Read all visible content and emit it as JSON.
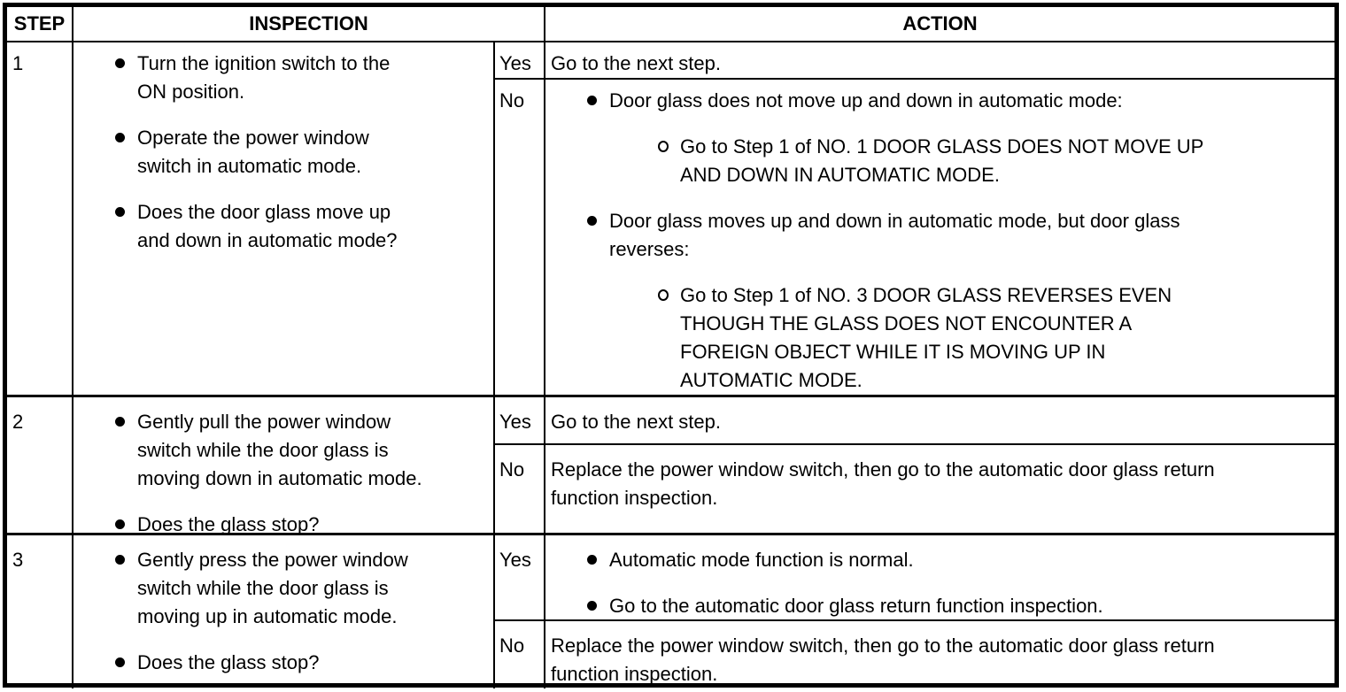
{
  "header": {
    "step": "STEP",
    "inspection": "INSPECTION",
    "action": "ACTION"
  },
  "rows": [
    {
      "step": "1",
      "inspection": [
        "Turn the ignition switch to the\nON position.",
        "Operate the power window\nswitch in automatic mode.",
        "Does the door glass move up\nand down in automatic mode?"
      ],
      "actions": [
        {
          "label": "Yes",
          "text": "Go to the next step."
        },
        {
          "label": "No",
          "items": [
            "Door glass does not move up and down in automatic mode:",
            "Go to Step 1 of NO. 1 DOOR GLASS DOES NOT MOVE UP\nAND DOWN IN AUTOMATIC MODE.",
            "Door glass moves up and down in automatic mode, but door glass\nreverses:",
            "Go to Step 1 of NO. 3 DOOR GLASS REVERSES EVEN\nTHOUGH THE GLASS DOES NOT ENCOUNTER A\nFOREIGN OBJECT WHILE IT IS MOVING UP IN\nAUTOMATIC MODE."
          ]
        }
      ]
    },
    {
      "step": "2",
      "inspection": [
        "Gently pull the power window\nswitch while the door glass is\nmoving down in automatic mode.",
        "Does the glass stop?"
      ],
      "actions": [
        {
          "label": "Yes",
          "text": "Go to the next step."
        },
        {
          "label": "No",
          "text": "Replace the power window switch, then go to the automatic door glass return\nfunction inspection."
        }
      ]
    },
    {
      "step": "3",
      "inspection": [
        "Gently press the power window\nswitch while the door glass is\nmoving up in automatic mode.",
        "Does the glass stop?"
      ],
      "actions": [
        {
          "label": "Yes",
          "items": [
            "Automatic mode function is normal.",
            "Go to the automatic door glass return function inspection."
          ]
        },
        {
          "label": "No",
          "text": "Replace the power window switch, then go to the automatic door glass return\nfunction inspection."
        }
      ]
    }
  ]
}
